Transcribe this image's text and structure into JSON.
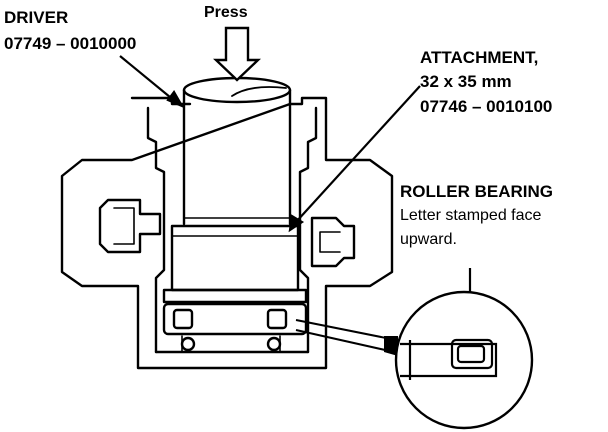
{
  "labels": {
    "press": "Press",
    "driver_title": "DRIVER",
    "driver_part": "07749 – 0010000",
    "attachment_title": "ATTACHMENT,",
    "attachment_size": "32 x 35 mm",
    "attachment_part": "07746 – 0010100",
    "bearing_title": "ROLLER BEARING",
    "bearing_note_1": "Letter stamped face",
    "bearing_note_2": "upward."
  },
  "colors": {
    "ink": "#000000",
    "paper": "#ffffff"
  }
}
